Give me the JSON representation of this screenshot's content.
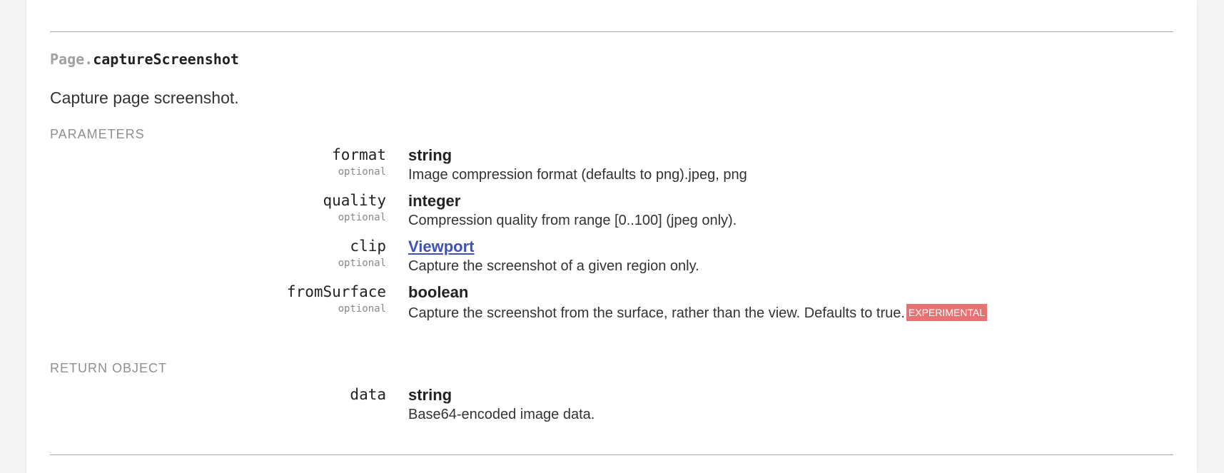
{
  "method": {
    "domain": "Page.",
    "name": "captureScreenshot",
    "description": "Capture page screenshot."
  },
  "sections": {
    "parameters_label": "PARAMETERS",
    "return_label": "RETURN OBJECT"
  },
  "parameters": [
    {
      "name": "format",
      "optional": "optional",
      "type": "string",
      "description": "Image compression format (defaults to png).jpeg, png"
    },
    {
      "name": "quality",
      "optional": "optional",
      "type": "integer",
      "description": "Compression quality from range [0..100] (jpeg only)."
    },
    {
      "name": "clip",
      "optional": "optional",
      "type": "Viewport",
      "description": "Capture the screenshot of a given region only."
    },
    {
      "name": "fromSurface",
      "optional": "optional",
      "type": "boolean",
      "description": "Capture the screenshot from the surface, rather than the view. Defaults to true.",
      "badge": "EXPERIMENTAL"
    }
  ],
  "return_object": [
    {
      "name": "data",
      "type": "string",
      "description": "Base64-encoded image data."
    }
  ],
  "colors": {
    "link": "#3f51b5",
    "badge": "#e57373"
  }
}
